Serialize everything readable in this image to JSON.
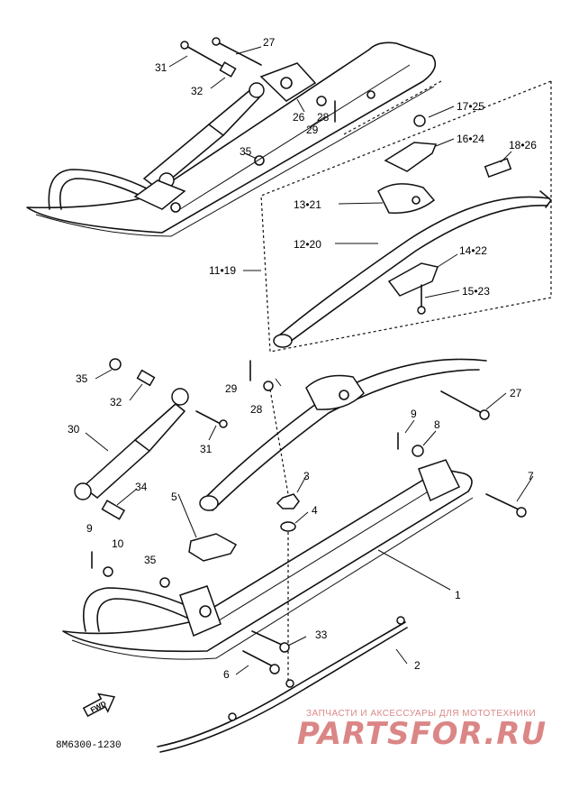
{
  "diagram": {
    "drawing_code": "8M6300-1230",
    "fwd_label": "FWD",
    "callouts_upper": [
      "27",
      "31",
      "32",
      "26",
      "28",
      "29",
      "35",
      "17•25",
      "16•24",
      "18•26",
      "13•21",
      "12•20",
      "11•19",
      "14•22",
      "15•23"
    ],
    "callouts_lower": [
      "35",
      "32",
      "29",
      "28",
      "27",
      "30",
      "31",
      "9",
      "8",
      "3",
      "4",
      "7",
      "34",
      "5",
      "9",
      "10",
      "35",
      "1",
      "33",
      "2",
      "6"
    ]
  },
  "watermark": {
    "tagline": "ЗАПЧАСТИ И АКСЕССУАРЫ ДЛЯ МОТОТЕХНИКИ",
    "logo_text": "PARTSFOR.RU"
  }
}
